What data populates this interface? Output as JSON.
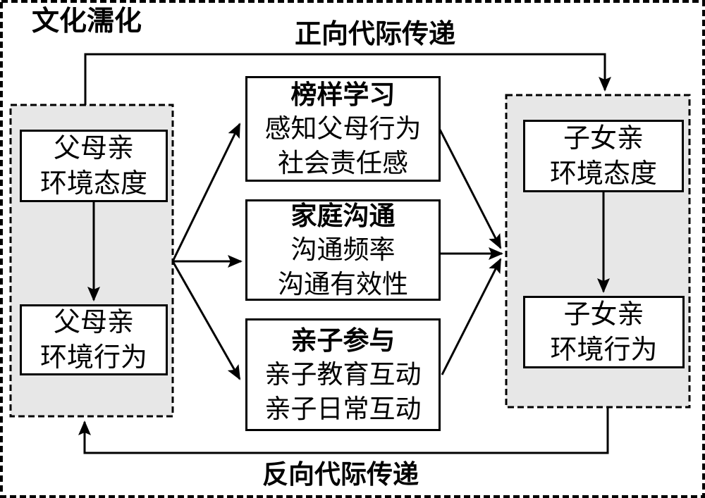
{
  "diagram": {
    "title": "文化濡化",
    "top_label": "正向代际传递",
    "bottom_label": "反向代际传递",
    "parents": {
      "attitude": {
        "line1": "父母亲",
        "line2": "环境态度"
      },
      "behavior": {
        "line1": "父母亲",
        "line2": "环境行为"
      }
    },
    "mediators": [
      {
        "title": "榜样学习",
        "item1": "感知父母行为",
        "item2": "社会责任感"
      },
      {
        "title": "家庭沟通",
        "item1": "沟通频率",
        "item2": "沟通有效性"
      },
      {
        "title": "亲子参与",
        "item1": "亲子教育互动",
        "item2": "亲子日常互动"
      }
    ],
    "children": {
      "attitude": {
        "line1": "子女亲",
        "line2": "环境态度"
      },
      "behavior": {
        "line1": "子女亲",
        "line2": "环境行为"
      }
    },
    "colors": {
      "panel_fill": "#e7e7e7",
      "line": "#000000",
      "text": "#000000",
      "background": "#ffffff"
    }
  }
}
